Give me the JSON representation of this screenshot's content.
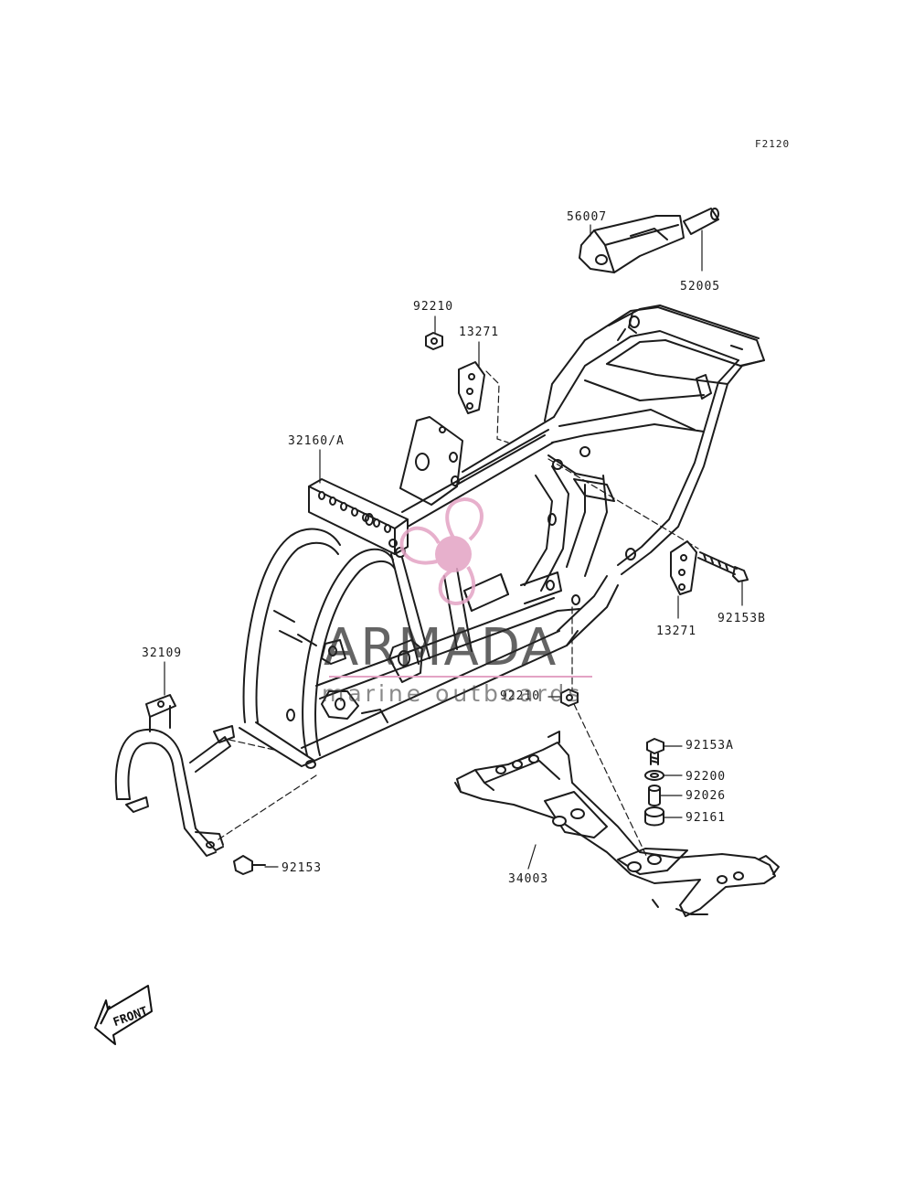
{
  "diagram_code": "F2120",
  "parts": {
    "p56007": "56007",
    "p52005": "52005",
    "p92210_top": "92210",
    "p13271_top": "13271",
    "p32160A": "32160/A",
    "p13271_right": "13271",
    "p92153B": "92153B",
    "p32109": "32109",
    "p92210_mid": "92210",
    "p92153A": "92153A",
    "p92200": "92200",
    "p92026": "92026",
    "p92161": "92161",
    "p92153": "92153",
    "p34003": "34003"
  },
  "front_label": "FRONT",
  "watermark": {
    "title": "ARMADA",
    "subtitle": "marine outboards",
    "logo_color": "#e3a3c4"
  }
}
